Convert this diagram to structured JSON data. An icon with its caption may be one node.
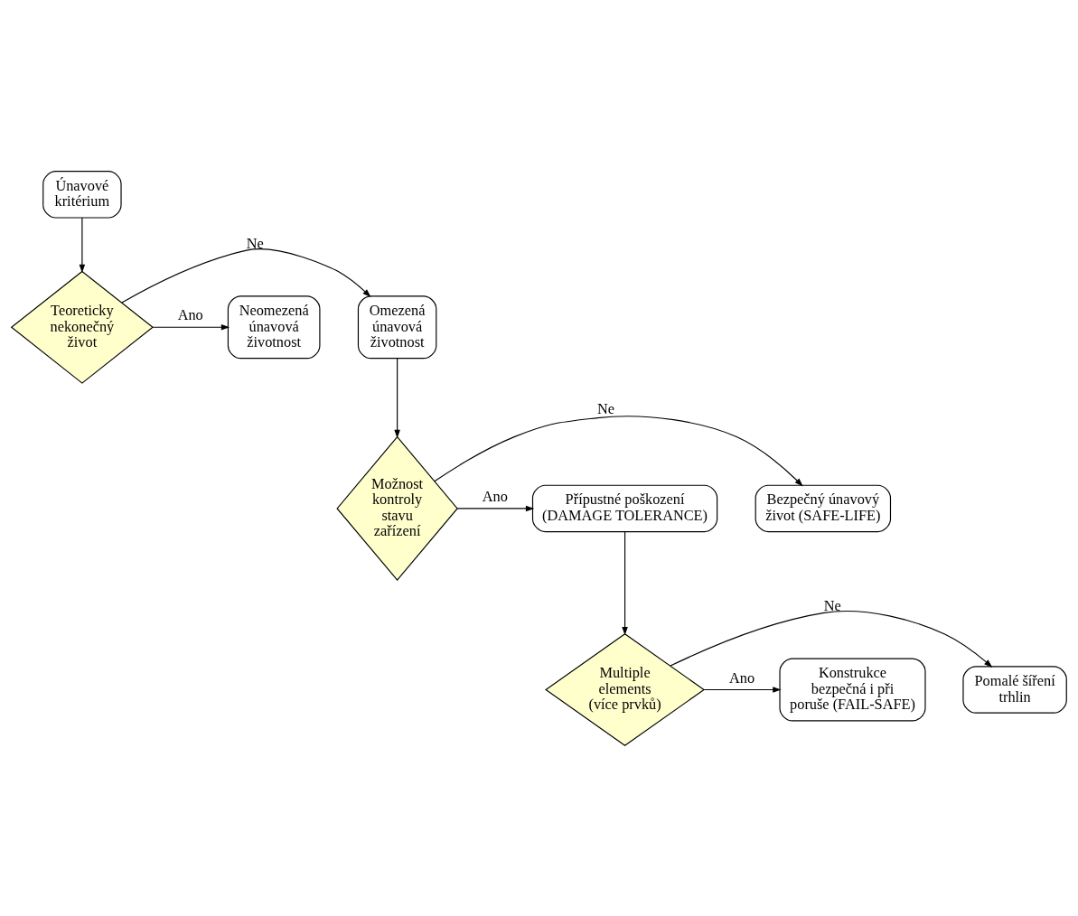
{
  "diagram": {
    "nodes": [
      {
        "text": [
          "Únavové kritérium"
        ]
      },
      {
        "text": [
          "Teoreticky nekonečný život"
        ]
      },
      {
        "text": [
          "Omezená únavová životnost"
        ]
      },
      {
        "text": [
          "Neomezená únavová životnost"
        ]
      },
      {
        "text": [
          "Možnost kontroly stavu zařízení"
        ]
      },
      {
        "text": [
          "Bezpečný únavový život (SAFE-LIFE)"
        ]
      },
      {
        "text": [
          "Přípustné poškození (DAMAGE TOLERANCE)"
        ]
      },
      {
        "text": [
          "Multiple elements (více prvků)"
        ]
      },
      {
        "text": [
          "Pomalé šíření trhlin"
        ]
      },
      {
        "text": [
          "Konstrukce bezpečná i při poruše (FAIL-SAFE)"
        ]
      }
    ],
    "edges": [
      {
        "from": 0,
        "to": 1,
        "arrow": "to"
      },
      {
        "from": 1,
        "to": 2,
        "arrow": "to",
        "label": "Ne"
      },
      {
        "from": 1,
        "to": 3,
        "arrow": "to",
        "label": "Ano"
      },
      {
        "from": 2,
        "to": 4,
        "arrow": "to"
      },
      {
        "from": 4,
        "to": 5,
        "arrow": "to",
        "label": "Ne"
      },
      {
        "from": 4,
        "to": 6,
        "arrow": "to",
        "label": "Ano"
      },
      {
        "from": 6,
        "to": 7,
        "arrow": "to"
      },
      {
        "from": 7,
        "to": 8,
        "arrow": "to",
        "label": "Ne"
      },
      {
        "from": 7,
        "to": 9,
        "arrow": "to",
        "label": "Ano"
      }
    ]
  }
}
